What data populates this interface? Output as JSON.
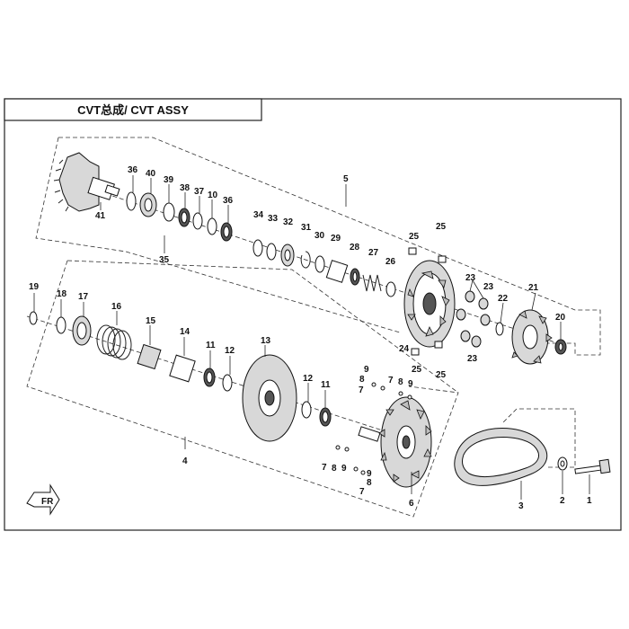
{
  "title": "CVT总成/ CVT ASSY",
  "callouts": {
    "p1": "1",
    "p2": "2",
    "p3": "3",
    "p4": "4",
    "p5": "5",
    "p6": "6",
    "p7a": "7",
    "p7b": "7",
    "p7c": "7",
    "p7d": "7",
    "p8a": "8",
    "p8b": "8",
    "p8c": "8",
    "p8d": "8",
    "p9a": "9",
    "p9b": "9",
    "p9c": "9",
    "p9d": "9",
    "p10": "10",
    "p11a": "11",
    "p11b": "11",
    "p12a": "12",
    "p12b": "12",
    "p13": "13",
    "p14": "14",
    "p15": "15",
    "p16": "16",
    "p17": "17",
    "p18": "18",
    "p19": "19",
    "p20": "20",
    "p21": "21",
    "p22": "22",
    "p23a": "23",
    "p23b": "23",
    "p23c": "23",
    "p24": "24",
    "p25a": "25",
    "p25b": "25",
    "p25c": "25",
    "p25d": "25",
    "p26": "26",
    "p27": "27",
    "p28": "28",
    "p29": "29",
    "p30": "30",
    "p31": "31",
    "p32": "32",
    "p33": "33",
    "p34": "34",
    "p35": "35",
    "p36a": "36",
    "p36b": "36",
    "p37": "37",
    "p38": "38",
    "p39": "39",
    "p40": "40",
    "p41": "41"
  }
}
